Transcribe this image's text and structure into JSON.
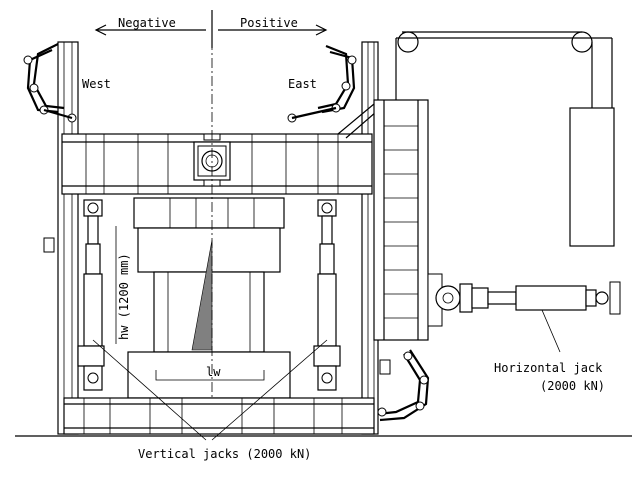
{
  "labels": {
    "negative": "Negative",
    "positive": "Positive",
    "west": "West",
    "east": "East",
    "hw": "hw (1200 mm)",
    "lw": "lw",
    "horizontal_jack": "Horizontal jack",
    "horizontal_jack_capacity": "(2000 kN)",
    "vertical_jacks": "Vertical jacks (2000 kN)"
  },
  "colors": {
    "line": "#000000",
    "background": "#ffffff",
    "shaded_specimen": "#808080"
  }
}
